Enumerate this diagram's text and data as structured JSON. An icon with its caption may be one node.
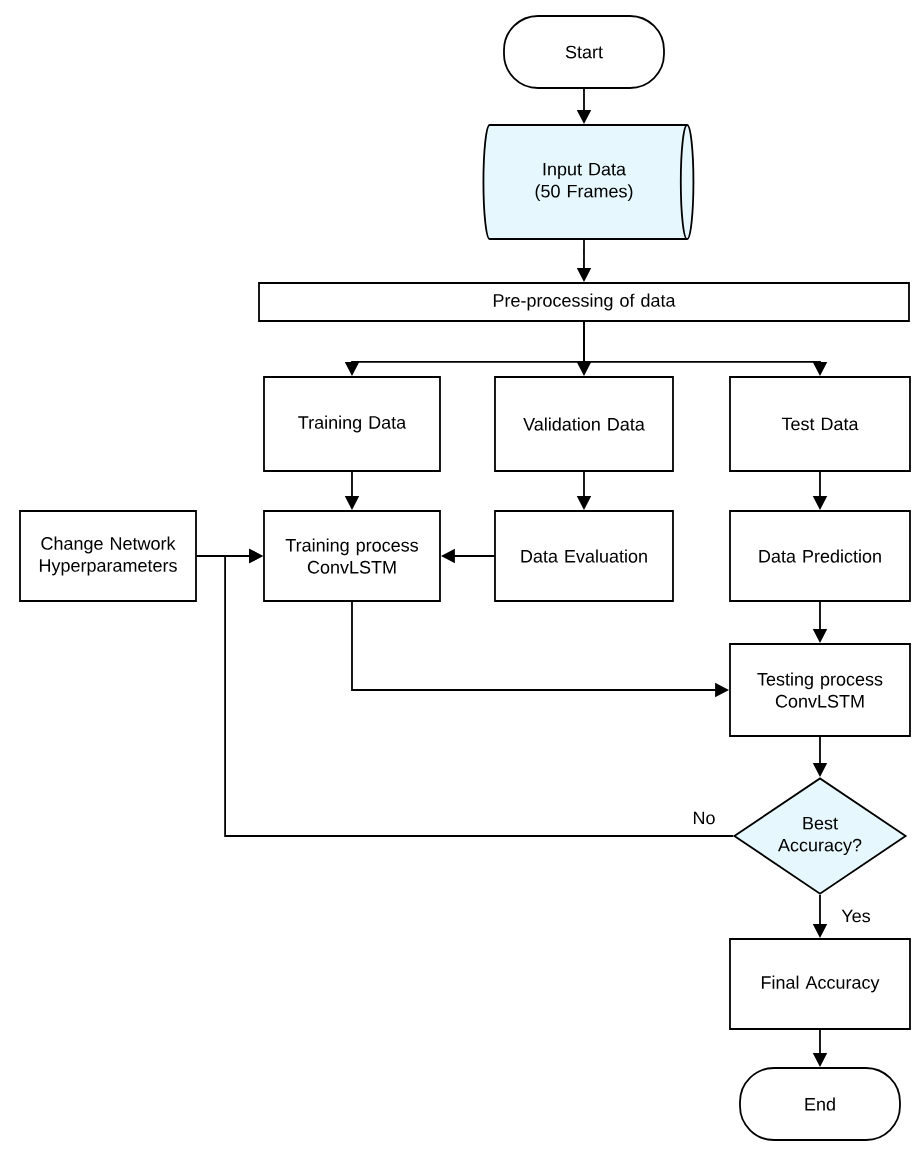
{
  "diagram": {
    "nodes": [
      {
        "text": [
          "Start"
        ]
      },
      {
        "text": [
          "Input Data (50 Frames)"
        ]
      },
      {
        "text": [
          "Pre-processing of data"
        ]
      },
      {
        "text": [
          "Training Data"
        ]
      },
      {
        "text": [
          "Validation Data"
        ]
      },
      {
        "text": [
          "Test Data"
        ]
      },
      {
        "text": [
          "Change Network Hyperparameters"
        ]
      },
      {
        "text": [
          "Training process ConvLSTM"
        ]
      },
      {
        "text": [
          "Data Evaluation"
        ]
      },
      {
        "text": [
          "Data Prediction"
        ]
      },
      {
        "text": [
          "Testing process ConvLSTM"
        ]
      },
      {
        "text": [
          "Best Accuracy?"
        ]
      },
      {
        "text": [
          "Final Accuracy"
        ]
      },
      {
        "text": [
          "End"
        ]
      }
    ],
    "edges": [
      {
        "from": 0,
        "to": 1,
        "arrow": "to"
      },
      {
        "from": 1,
        "to": 2,
        "arrow": "to"
      },
      {
        "from": 2,
        "to": 3,
        "arrow": "to"
      },
      {
        "from": 2,
        "to": 4,
        "arrow": "to"
      },
      {
        "from": 2,
        "to": 5,
        "arrow": "to"
      },
      {
        "from": 3,
        "to": 7,
        "arrow": "to"
      },
      {
        "from": 4,
        "to": 8,
        "arrow": "to"
      },
      {
        "from": 5,
        "to": 9,
        "arrow": "to"
      },
      {
        "from": 8,
        "to": 7,
        "arrow": "to"
      },
      {
        "from": 6,
        "to": 7,
        "arrow": "to"
      },
      {
        "from": 7,
        "to": 10,
        "arrow": "to"
      },
      {
        "from": 9,
        "to": 10,
        "arrow": "to"
      },
      {
        "from": 10,
        "to": 11,
        "arrow": "to"
      },
      {
        "from": 11,
        "to": 7,
        "arrow": "to",
        "label": "No"
      },
      {
        "from": 11,
        "to": 12,
        "arrow": "to",
        "label": "Yes"
      },
      {
        "from": 12,
        "to": 13,
        "arrow": "to"
      }
    ]
  }
}
